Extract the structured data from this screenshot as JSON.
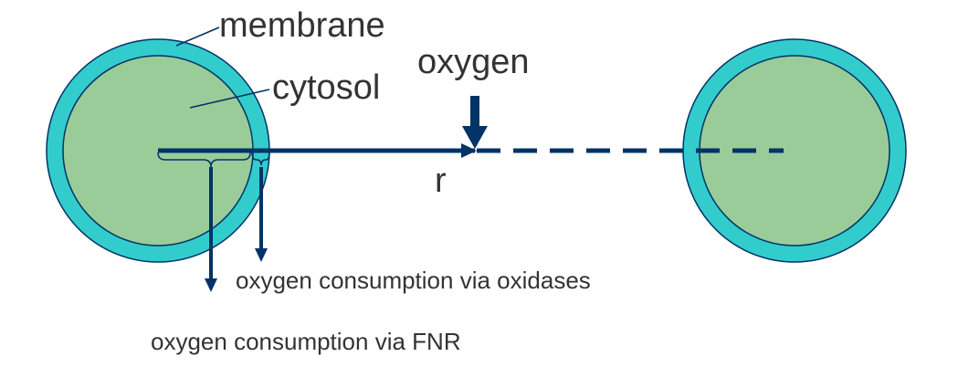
{
  "labels": {
    "membrane": "membrane",
    "cytosol": "cytosol",
    "oxygen": "oxygen",
    "radius": "r",
    "oxidases": "oxygen consumption via oxidases",
    "fnr": "oxygen consumption via FNR"
  },
  "colors": {
    "membrane": "#33CCCC",
    "cytosol": "#99CC99",
    "stroke": "#003366",
    "text": "#333333"
  }
}
